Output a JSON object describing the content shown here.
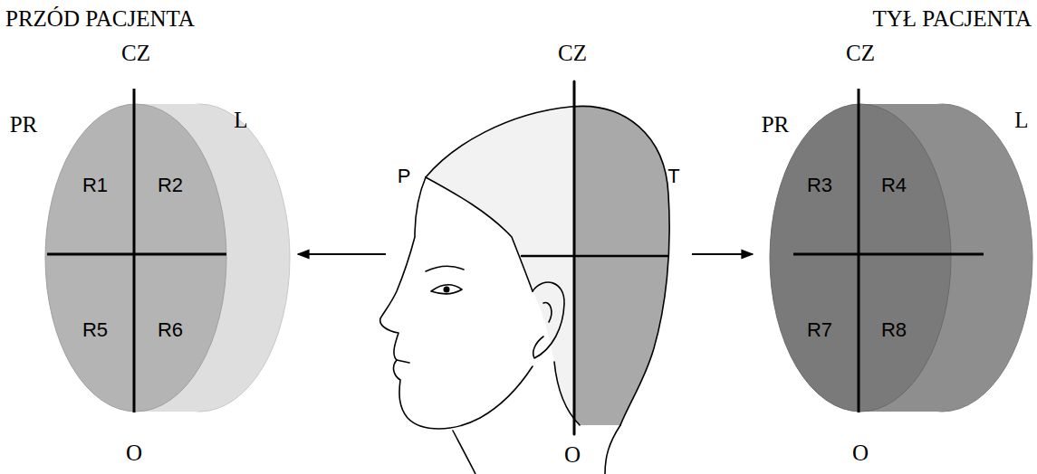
{
  "diagram": {
    "nodes": [
      {
        "text": [
          "PRZÓD PACJENTA",
          "R1",
          "R2",
          "R5",
          "R6"
        ]
      },
      {
        "text": [
          "P",
          "T"
        ]
      },
      {
        "text": [
          "TYŁ PACJENTA",
          "R3",
          "R4",
          "R7",
          "R8"
        ]
      }
    ],
    "edges": [
      {
        "from": 1,
        "to": 0,
        "arrow": "to"
      },
      {
        "from": 1,
        "to": 2,
        "arrow": "to"
      }
    ],
    "labels": [
      "CZ",
      "PR",
      "L",
      "O",
      "CZ",
      "O",
      "CZ",
      "PR",
      "L",
      "O"
    ]
  }
}
